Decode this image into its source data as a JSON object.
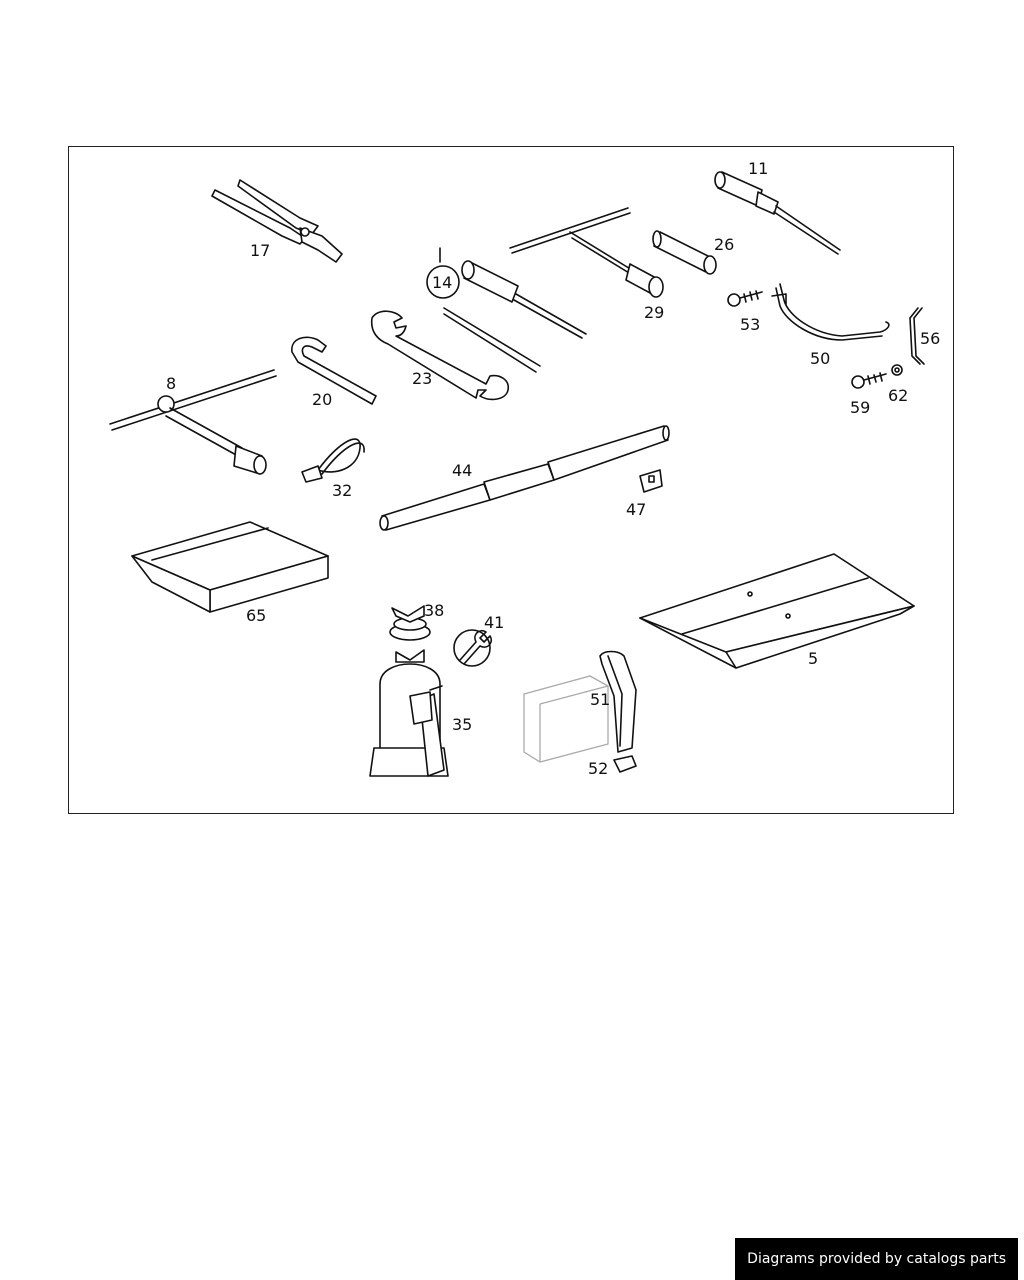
{
  "part_labels": {
    "p5": "5",
    "p8": "8",
    "p11": "11",
    "p14": "14",
    "p17": "17",
    "p20": "20",
    "p23": "23",
    "p26": "26",
    "p29": "29",
    "p32": "32",
    "p35": "35",
    "p38": "38",
    "p41": "41",
    "p44": "44",
    "p47": "47",
    "p50": "50",
    "p51": "51",
    "p52": "52",
    "p53": "53",
    "p56": "56",
    "p59": "59",
    "p62": "62",
    "p65": "65"
  },
  "footer": {
    "credit": "Diagrams provided by catalogs parts"
  }
}
